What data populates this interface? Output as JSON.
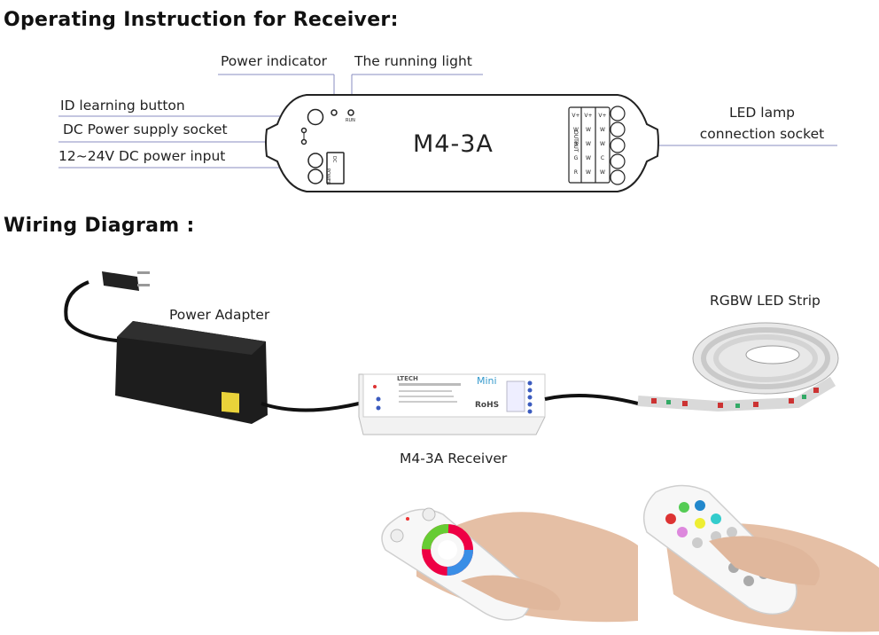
{
  "sections": {
    "operating_title": "Operating Instruction for Receiver:",
    "wiring_title": "Wiring Diagram :"
  },
  "receiver": {
    "model": "M4-3A",
    "power_indicator_label": "Power indicator",
    "running_light_label": "The running light",
    "id_button_label": "ID learning button",
    "dc_socket_label": "DC Power supply socket",
    "dc_input_label": "12~24V DC power input",
    "led_socket_label_1": "LED lamp",
    "led_socket_label_2": "connection socket",
    "run_mark": "RUN",
    "power_mark": "POWER",
    "dc_mark": "DC",
    "output_mark": "OUTPUT",
    "terminal_cols": [
      [
        "W",
        "W",
        "W",
        "W",
        "V+"
      ],
      [
        "W",
        "C",
        "W",
        "W",
        "V+"
      ],
      [
        "R",
        "G",
        "B",
        "W",
        "V+"
      ]
    ]
  },
  "wiring": {
    "adapter_label": "Power Adapter",
    "strip_label": "RGBW LED Strip",
    "receiver_label": "M4-3A Receiver",
    "receiver_brand": "LTECH",
    "receiver_badge": "Mini",
    "receiver_rohs": "RoHS"
  },
  "colors": {
    "leader_line": "#7a7eb0",
    "dot": "#5a5f9e",
    "outline": "#222222"
  }
}
